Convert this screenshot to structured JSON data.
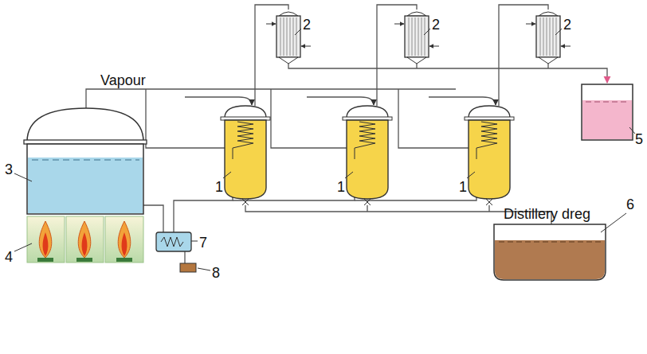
{
  "diagram": {
    "labels": [
      "Vapour",
      "2",
      "2",
      "2",
      "5",
      "3",
      "1",
      "1",
      "1",
      "Distillery dreg",
      "6",
      "4",
      "7",
      "8"
    ]
  }
}
